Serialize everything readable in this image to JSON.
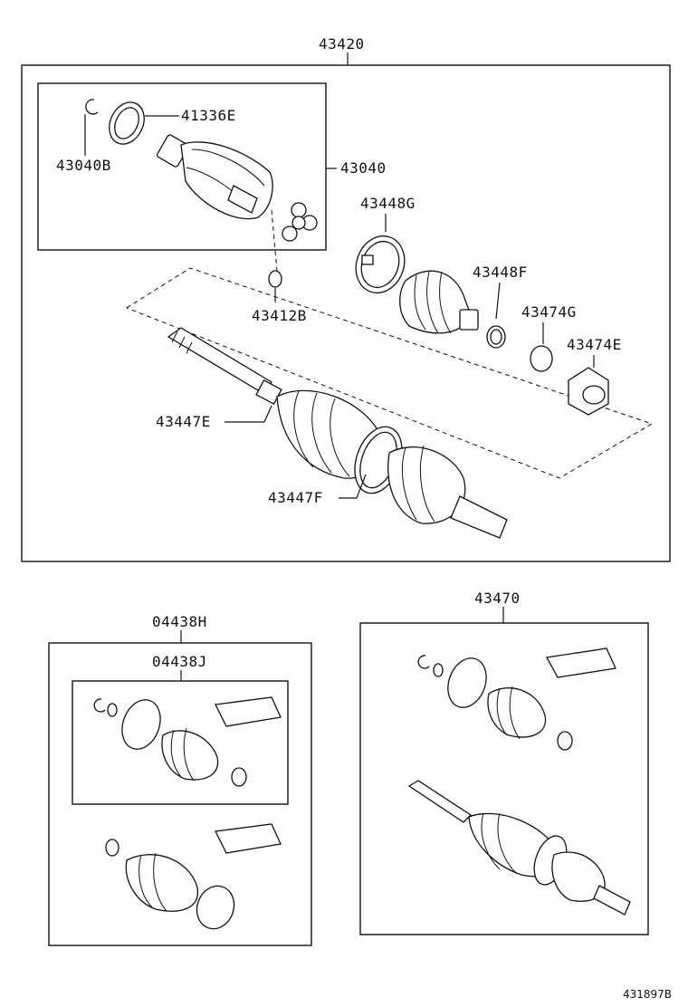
{
  "labels": {
    "p43420": "43420",
    "p41336E": "41336E",
    "p43040B": "43040B",
    "p43040": "43040",
    "p43448G": "43448G",
    "p43448F": "43448F",
    "p43412B": "43412B",
    "p43474G": "43474G",
    "p43474E": "43474E",
    "p43447E": "43447E",
    "p43447F": "43447F",
    "p04438H": "04438H",
    "p04438J": "04438J",
    "p43470": "43470"
  },
  "footer": {
    "diagram_code": "431897B"
  }
}
